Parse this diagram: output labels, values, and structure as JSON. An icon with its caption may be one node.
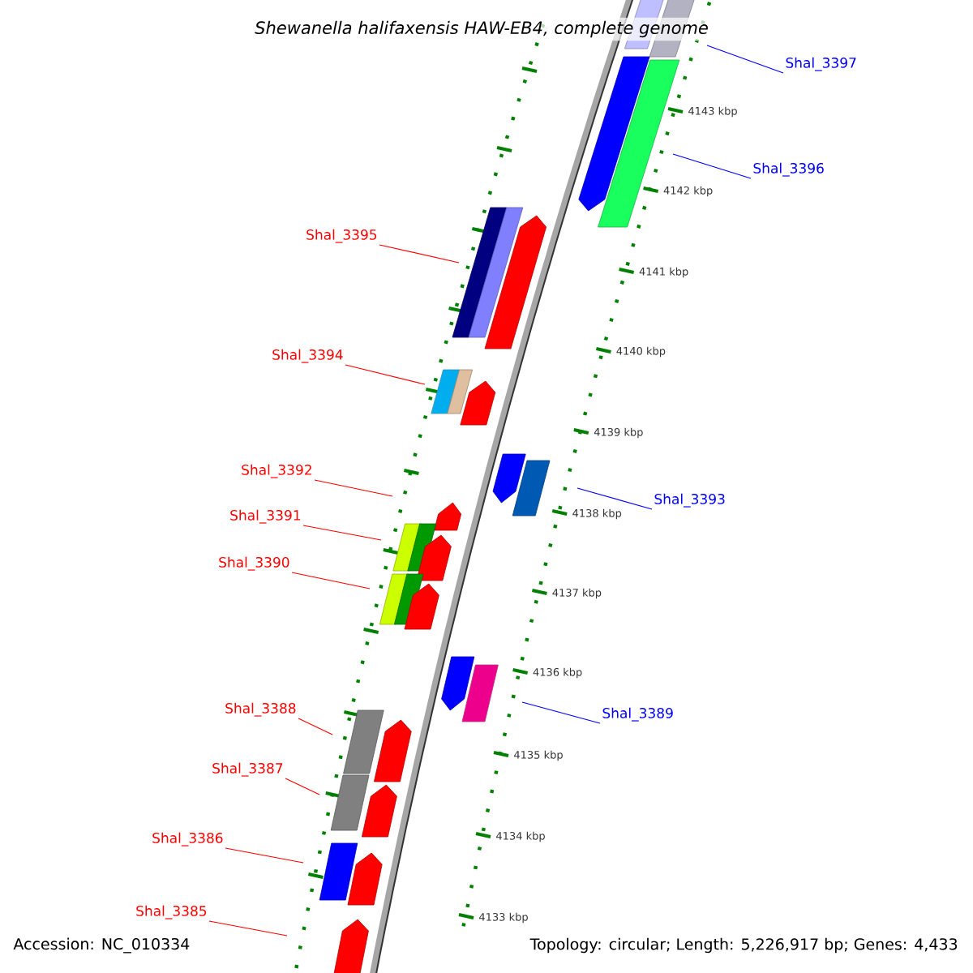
{
  "diagram": {
    "title": "Shewanella halifaxensis HAW-EB4, complete genome",
    "nodes": [
      {
        "text": [
          "Shal_3397"
        ]
      },
      {
        "text": [
          "Shal_3396"
        ]
      },
      {
        "text": [
          "Shal_3395"
        ]
      },
      {
        "text": [
          "Shal_3394"
        ]
      },
      {
        "text": [
          "Shal_3392"
        ]
      },
      {
        "text": [
          "Shal_3391"
        ]
      },
      {
        "text": [
          "Shal_3393"
        ]
      },
      {
        "text": [
          "Shal_3390"
        ]
      },
      {
        "text": [
          "Shal_3388"
        ]
      },
      {
        "text": [
          "Shal_3389"
        ]
      },
      {
        "text": [
          "Shal_3387"
        ]
      },
      {
        "text": [
          "Shal_3386"
        ]
      },
      {
        "text": [
          "Shal_3385"
        ]
      }
    ],
    "edges": [
      {
        "from": 0,
        "to": null,
        "arrow": "none",
        "color": "#0000ff"
      },
      {
        "from": 1,
        "to": null,
        "arrow": "none",
        "color": "#0000ff"
      },
      {
        "from": 2,
        "to": null,
        "arrow": "none"
      },
      {
        "from": 3,
        "to": null,
        "arrow": "none"
      },
      {
        "from": 4,
        "to": null,
        "arrow": "none"
      },
      {
        "from": 5,
        "to": null,
        "arrow": "none"
      },
      {
        "from": 6,
        "to": null,
        "arrow": "none",
        "color": "#0000ff"
      },
      {
        "from": 7,
        "to": null,
        "arrow": "none"
      },
      {
        "from": 8,
        "to": null,
        "arrow": "none"
      },
      {
        "from": 9,
        "to": null,
        "arrow": "none",
        "color": "#0000ff"
      },
      {
        "from": 10,
        "to": null,
        "arrow": "none"
      },
      {
        "from": 11,
        "to": null,
        "arrow": "none"
      },
      {
        "from": 12,
        "to": null,
        "arrow": "none"
      }
    ],
    "labels": [
      "4143 kbp",
      "4142 kbp",
      "4141 kbp",
      "4140 kbp",
      "4139 kbp",
      "4138 kbp",
      "4137 kbp",
      "4136 kbp",
      "4135 kbp",
      "4134 kbp",
      "4133 kbp",
      "Accession: NC_010334",
      "Topology: circular; Length: 5,226,917 bp; Genes: 4,433"
    ]
  }
}
